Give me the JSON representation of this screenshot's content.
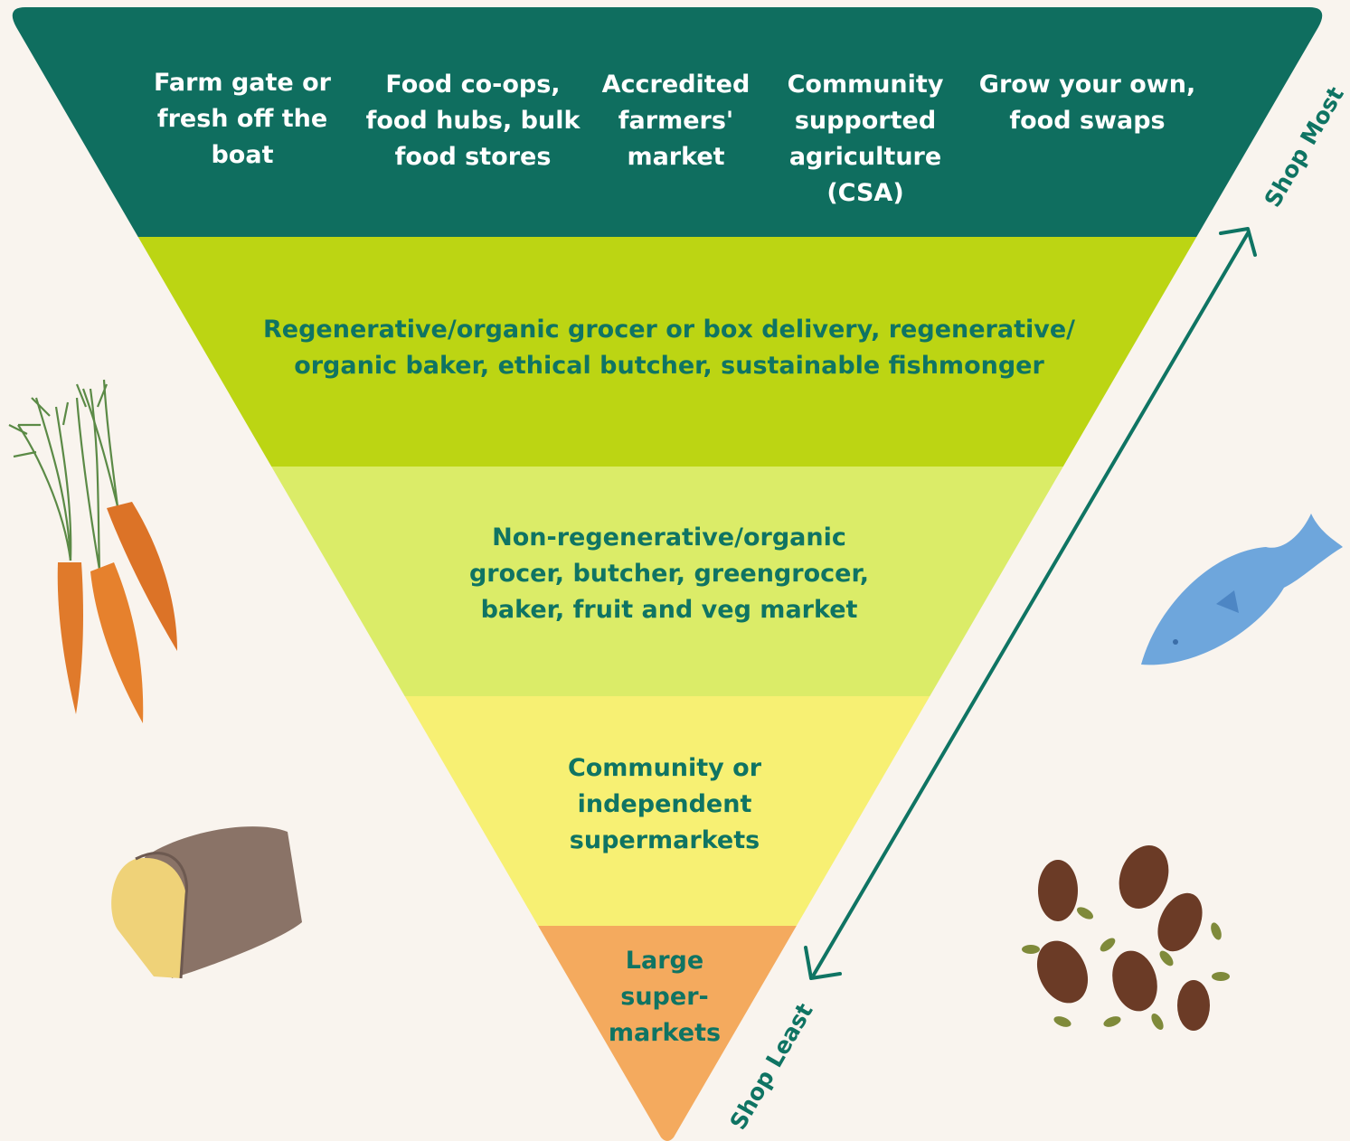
{
  "tiers": {
    "top": {
      "color": "#0f6e5f",
      "items": [
        "Farm gate or\nfresh off the\nboat",
        "Food co-ops,\nfood hubs, bulk\nfood stores",
        "Accredited\nfarmers'\nmarket",
        "Community\nsupported\nagriculture\n(CSA)",
        "Grow your own,\nfood swaps"
      ]
    },
    "tier2": {
      "color": "#bcd513",
      "text": "Regenerative/organic grocer or box delivery, regenerative/\norganic baker, ethical butcher, sustainable fishmonger"
    },
    "tier3": {
      "color": "#dbec68",
      "text": "Non-regenerative/organic\ngrocer, butcher, greengrocer,\nbaker, fruit and veg market"
    },
    "tier4": {
      "color": "#f7f073",
      "text": "Community or\nindependent\nsupermarkets"
    },
    "tier5": {
      "color": "#f4aa5e",
      "text": "Large\nsuper-\nmarkets"
    }
  },
  "scale": {
    "most_label": "Shop Most",
    "least_label": "Shop Least",
    "arrow_color": "#0f7463"
  },
  "illustrations": [
    "carrots-illustration",
    "bread-loaf-illustration",
    "fish-illustration",
    "seeds-nuts-illustration"
  ]
}
